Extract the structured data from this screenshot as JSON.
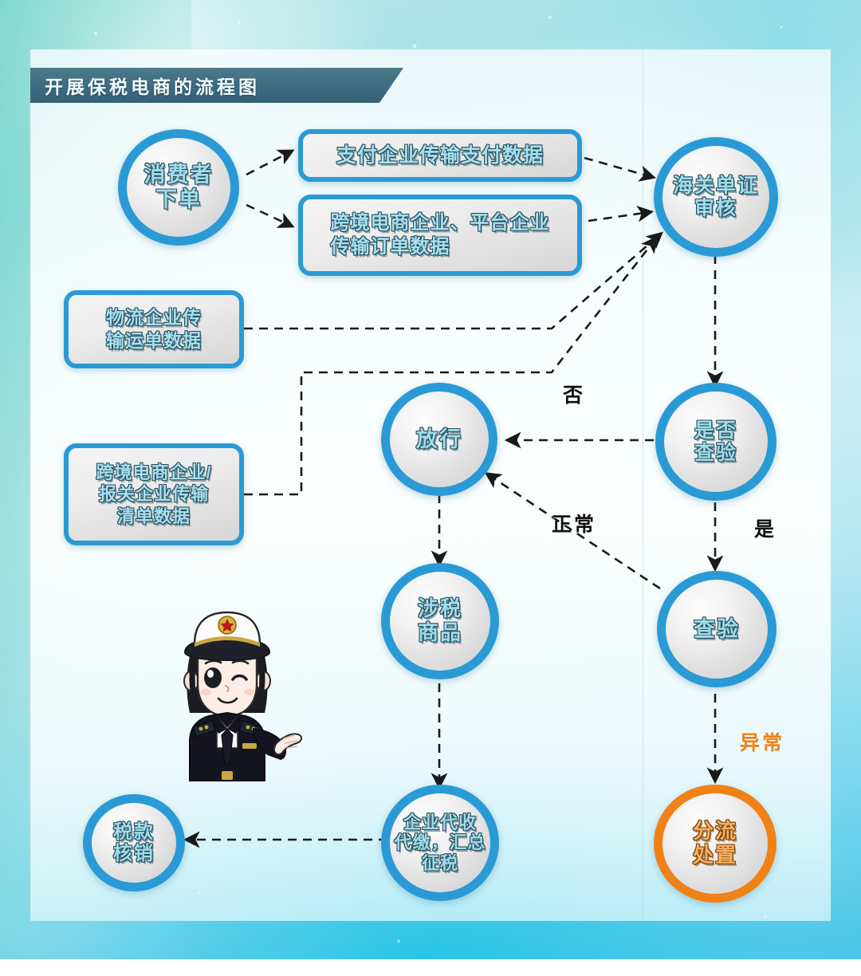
{
  "title": "开展保税电商的流程图",
  "theme": {
    "node_border_blue": "#2a9ad6",
    "node_border_orange": "#ef8117",
    "node_text_blue": "#9fdcea",
    "node_text_orange": "#f7b061",
    "banner_bg": "#3e6c80",
    "edge_label_normal": "#111111",
    "edge_label_accent": "#ef8117",
    "background": "#a9e2e8"
  },
  "nodes": {
    "consumer_order": "消费者\n下单",
    "payment_data": "支付企业传输支付数据",
    "order_data": "跨境电商企业、平台企业\n传输订单数据",
    "logistics_data": "物流企业传\n输运单数据",
    "declaration_data": "跨境电商企业/\n报关企业传输\n清单数据",
    "customs_doc_review": "海关单证\n审核",
    "inspect_decision": "是否\n查验",
    "release": "放行",
    "inspection": "查验",
    "diversion": "分流\n处置",
    "taxable_goods": "涉税\n商品",
    "enterprise_collect": "企业代收\n代缴，汇总\n征税",
    "tax_writeoff": "税款\n核销"
  },
  "edge_labels": {
    "no": "否",
    "yes": "是",
    "normal": "正常",
    "abnormal": "异常"
  },
  "edges": [
    {
      "from": "consumer_order",
      "to": "payment_data",
      "label": ""
    },
    {
      "from": "consumer_order",
      "to": "order_data",
      "label": ""
    },
    {
      "from": "payment_data",
      "to": "customs_doc_review",
      "label": ""
    },
    {
      "from": "order_data",
      "to": "customs_doc_review",
      "label": ""
    },
    {
      "from": "logistics_data",
      "to": "customs_doc_review",
      "label": ""
    },
    {
      "from": "declaration_data",
      "to": "customs_doc_review",
      "label": ""
    },
    {
      "from": "customs_doc_review",
      "to": "inspect_decision",
      "label": ""
    },
    {
      "from": "inspect_decision",
      "to": "release",
      "label": "否"
    },
    {
      "from": "inspect_decision",
      "to": "inspection",
      "label": "是"
    },
    {
      "from": "inspection",
      "to": "release",
      "label": "正常"
    },
    {
      "from": "inspection",
      "to": "diversion",
      "label": "异常"
    },
    {
      "from": "release",
      "to": "taxable_goods",
      "label": ""
    },
    {
      "from": "taxable_goods",
      "to": "enterprise_collect",
      "label": ""
    },
    {
      "from": "enterprise_collect",
      "to": "tax_writeoff",
      "label": ""
    }
  ],
  "mascot": {
    "name": "customs-officer-mascot",
    "description": "卡通海关关员"
  }
}
